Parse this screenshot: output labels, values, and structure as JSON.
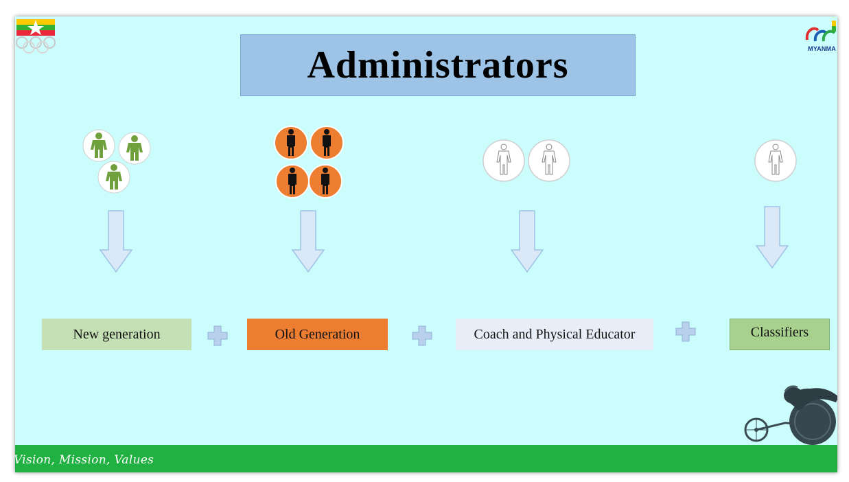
{
  "slide": {
    "title": "Administrators",
    "logo_text": "MYANMA",
    "tagline": "Vision, Mission, Values"
  },
  "groups": [
    {
      "label": "New generation",
      "icon": "green-person-icon",
      "count": 3,
      "color": "#6e9e3a",
      "box_color": "#c5e0b4"
    },
    {
      "label": "Old Generation",
      "icon": "orange-person-icon",
      "count": 4,
      "color": "#ed7d31",
      "box_color": "#ed7d31"
    },
    {
      "label": "Coach and Physical Educator",
      "icon": "outline-person-icon",
      "count": 2,
      "color": "#ffffff",
      "box_color": "#e8eef8"
    },
    {
      "label": "Classifiers",
      "icon": "outline-person-icon",
      "count": 1,
      "color": "#ffffff",
      "box_color": "#a9d18e"
    }
  ],
  "connectors": [
    "plus-icon",
    "plus-icon",
    "plus-icon"
  ],
  "colors": {
    "background": "#ccfdfd",
    "title_box": "#9dc3e6",
    "arrow_fill": "#dbe8f7",
    "arrow_stroke": "#9dc3e6",
    "band": "#21b142"
  }
}
